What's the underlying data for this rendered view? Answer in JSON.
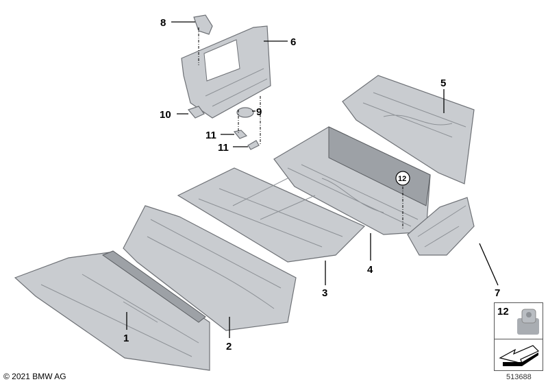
{
  "callouts": {
    "c1": "1",
    "c2": "2",
    "c3": "3",
    "c4": "4",
    "c5": "5",
    "c6": "6",
    "c7": "7",
    "c8": "8",
    "c9": "9",
    "c10": "10",
    "c11a": "11",
    "c11b": "11",
    "c12": "12"
  },
  "legend": {
    "item_number": "12"
  },
  "footer": {
    "copyright": "© 2021 BMW AG",
    "diagram_id": "513688"
  }
}
